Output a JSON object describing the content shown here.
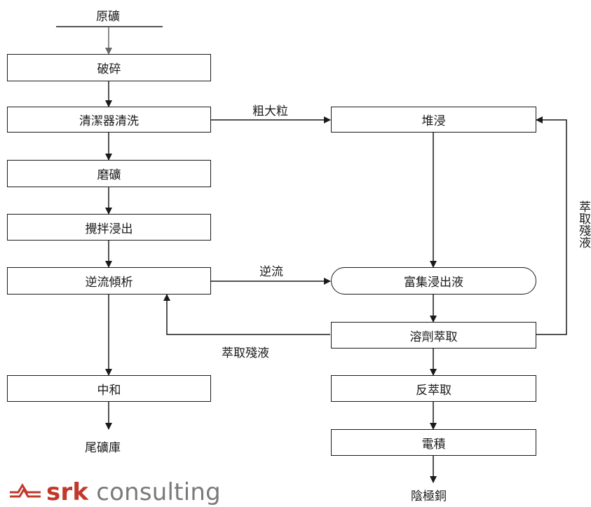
{
  "nodes": {
    "raw_ore": "原礦",
    "crushing": "破碎",
    "scrubber_washing": "清潔器清洗",
    "grinding": "磨礦",
    "agitation_leach": "攪拌浸出",
    "ccd": "逆流傾析",
    "neutralization": "中和",
    "tailings": "尾礦庫",
    "heap_leach": "堆浸",
    "pls": "富集浸出液",
    "sx": "溶劑萃取",
    "strip": "反萃取",
    "ew": "電積",
    "cathode": "陰極銅"
  },
  "edge_labels": {
    "coarse": "粗大粒",
    "countercurrent": "逆流",
    "raffinate_to_ccd": "萃取殘液",
    "raffinate_to_heap": "萃取殘液"
  },
  "logo": {
    "bold": "srk",
    "rest": " consulting",
    "colors": {
      "mark": "#c0392b",
      "text": "#7a7a7a"
    }
  }
}
